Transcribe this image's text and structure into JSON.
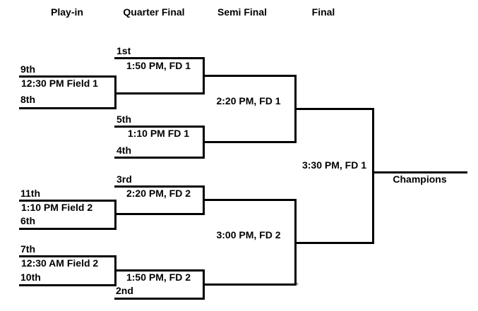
{
  "headers": {
    "playin": "Play-in",
    "quarter": "Quarter Final",
    "semi": "Semi Final",
    "final": "Final"
  },
  "playin_matches": [
    {
      "top_seed": "9th",
      "schedule": "12:30 PM Field 1",
      "bottom_seed": "8th"
    },
    {
      "top_seed": "11th",
      "schedule": "1:10 PM Field 2",
      "bottom_seed": "6th"
    },
    {
      "top_seed": "7th",
      "schedule": "12:30 AM Field 2",
      "bottom_seed": "10th"
    }
  ],
  "quarter_finals": [
    {
      "seed": "1st",
      "schedule": "1:50 PM, FD 1"
    },
    {
      "top_seed": "5th",
      "schedule": "1:10 PM FD 1",
      "bottom_seed": "4th"
    },
    {
      "seed": "3rd",
      "schedule": "2:20 PM, FD 2"
    },
    {
      "seed": "2nd",
      "schedule": "1:50 PM, FD 2"
    }
  ],
  "semi_finals": [
    {
      "schedule": "2:20 PM, FD 1"
    },
    {
      "schedule": "3:00 PM, FD 2"
    }
  ],
  "final_match": {
    "schedule": "3:30 PM, FD 1"
  },
  "champion": {
    "label": "Champions"
  },
  "artifact": {
    "stray_mark": "`"
  },
  "colors": {
    "line": "#000000",
    "text": "#000000",
    "background": "#ffffff"
  }
}
